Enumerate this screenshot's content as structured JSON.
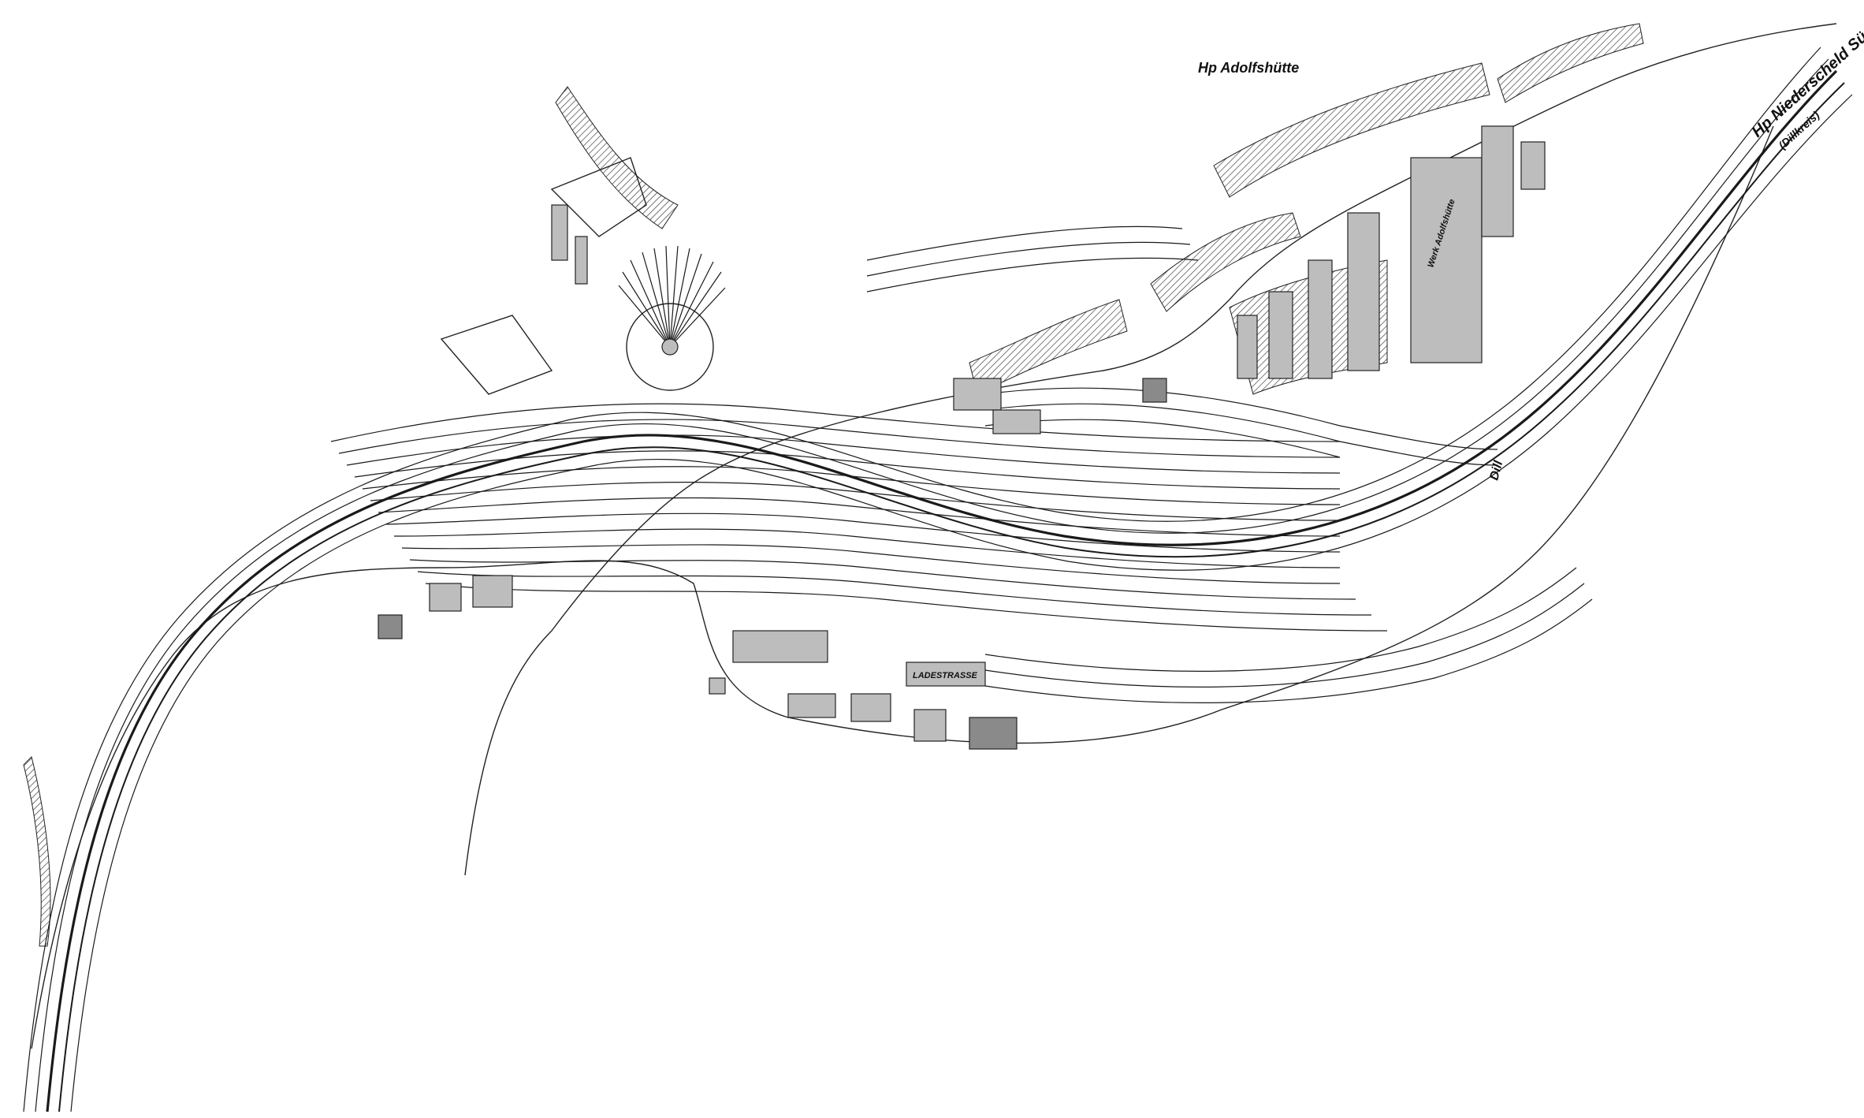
{
  "labels": {
    "station_top": "Hp Adolfshütte",
    "station_right": "Hp Niederscheld Süd",
    "station_right_sub": "(Dillkreis)",
    "river": "Dill",
    "works": "Werk Adolfshütte",
    "street": "LADESTRASSE"
  },
  "colors": {
    "ink": "#1a1a1a",
    "building": "#bdbdbd",
    "building_dark": "#8a8a8a",
    "paper": "#ffffff"
  }
}
